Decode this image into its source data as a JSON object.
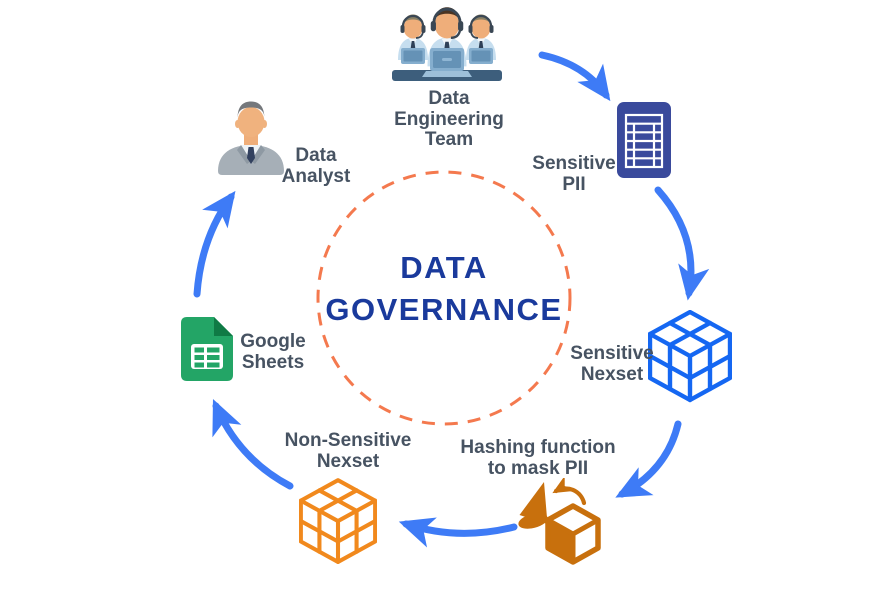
{
  "title": {
    "line1": "DATA",
    "line2": "GOVERNANCE"
  },
  "nodes": {
    "team": {
      "lines": [
        "Data",
        "Engineering",
        "Team"
      ],
      "icon": "engineering-team-icon"
    },
    "pii": {
      "lines": [
        "Sensitive",
        "PII"
      ],
      "icon": "data-table-icon"
    },
    "sensitive_nexset": {
      "lines": [
        "Sensitive",
        "Nexset"
      ],
      "icon": "wireframe-cube-blue-icon"
    },
    "hashing": {
      "lines": [
        "Hashing function",
        "to mask PII"
      ],
      "icon": "shape-transform-icon"
    },
    "nonsensitive_nexset": {
      "lines": [
        "Non-Sensitive",
        "Nexset"
      ],
      "icon": "wireframe-cube-orange-icon"
    },
    "sheets": {
      "lines": [
        "Google",
        "Sheets"
      ],
      "icon": "google-sheets-icon"
    },
    "analyst": {
      "lines": [
        "Data",
        "Analyst"
      ],
      "icon": "business-person-icon"
    }
  },
  "colors": {
    "arrow_blue": "#3E7BF6",
    "title_navy": "#1A3A9C",
    "label_slate": "#475362",
    "circle_coral": "#F4794E",
    "cube_blue": "#1567F2",
    "cube_orange": "#F1891D",
    "hash_orange": "#C8700D",
    "table_navy": "#3A4A9C",
    "sheets_green": "#23A566",
    "sheets_fold_green": "#0F7A45"
  }
}
